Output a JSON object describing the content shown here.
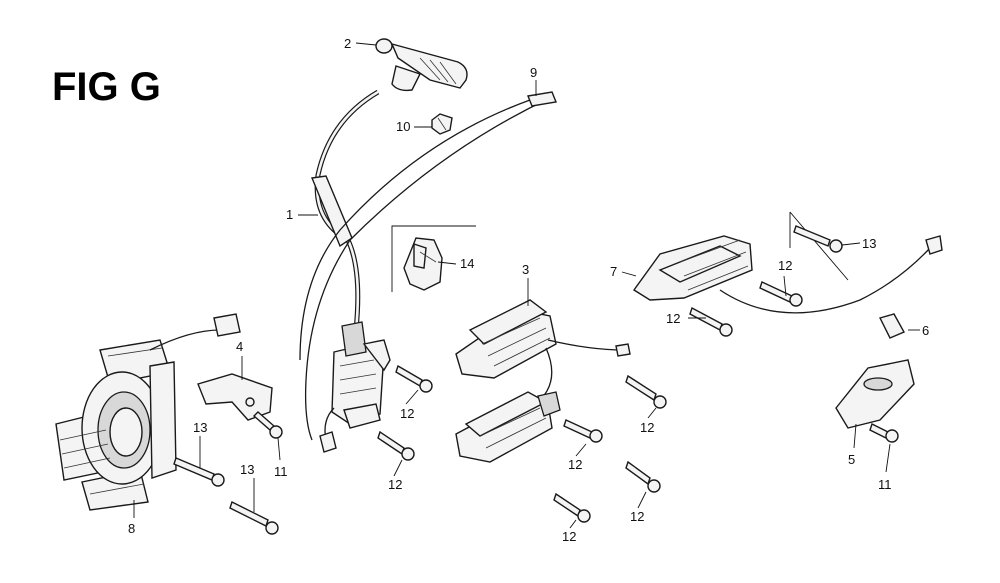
{
  "figure": {
    "title": "FIG G"
  },
  "callouts": [
    {
      "id": "c1",
      "label": "1"
    },
    {
      "id": "c2",
      "label": "2"
    },
    {
      "id": "c3",
      "label": "3"
    },
    {
      "id": "c4",
      "label": "4"
    },
    {
      "id": "c5",
      "label": "5"
    },
    {
      "id": "c6",
      "label": "6"
    },
    {
      "id": "c7",
      "label": "7"
    },
    {
      "id": "c8",
      "label": "8"
    },
    {
      "id": "c9",
      "label": "9"
    },
    {
      "id": "c10",
      "label": "10"
    },
    {
      "id": "c11a",
      "label": "11"
    },
    {
      "id": "c11b",
      "label": "11"
    },
    {
      "id": "c12a",
      "label": "12"
    },
    {
      "id": "c12b",
      "label": "12"
    },
    {
      "id": "c12c",
      "label": "12"
    },
    {
      "id": "c12d",
      "label": "12"
    },
    {
      "id": "c12e",
      "label": "12"
    },
    {
      "id": "c12f",
      "label": "12"
    },
    {
      "id": "c12g",
      "label": "12"
    },
    {
      "id": "c12h",
      "label": "12"
    },
    {
      "id": "c12i",
      "label": "12"
    },
    {
      "id": "c13a",
      "label": "13"
    },
    {
      "id": "c13b",
      "label": "13"
    },
    {
      "id": "c13c",
      "label": "13"
    },
    {
      "id": "c14",
      "label": "14"
    }
  ]
}
